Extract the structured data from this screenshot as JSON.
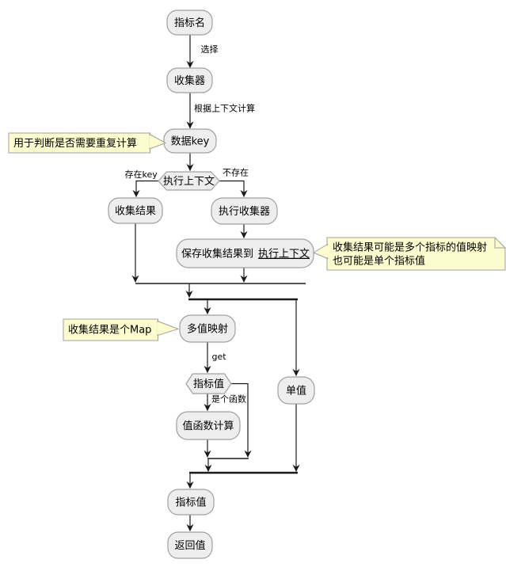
{
  "nodes": {
    "indicator_name": "指标名",
    "collector": "收集器",
    "data_key": "数据key",
    "exec_context_decision": "执行上下文",
    "collect_result": "收集结果",
    "exec_collector": "执行收集器",
    "save_result_prefix": "保存收集结果到",
    "save_result_link": "执行上下文",
    "multi_value_map": "多值映射",
    "single_value": "单值",
    "indicator_value_decision": "指标值",
    "value_function_calc": "值函数计算",
    "indicator_value": "指标值",
    "return_value": "返回值"
  },
  "edge_labels": {
    "select": "选择",
    "compute_by_context": "根据上下文计算",
    "key_exists": "存在key",
    "key_not_exists": "不存在",
    "get": "get",
    "is_function": "是个函数"
  },
  "notes": {
    "dedup_check": "用于判断是否需要重复计算",
    "collect_result_line1": "收集结果可能是多个指标的值映射",
    "collect_result_line2": "也可能是单个指标值",
    "result_is_map": "收集结果是个Map"
  },
  "colors": {
    "background": "#FFFFFF",
    "node_fill": "#EEEEEE",
    "node_border": "#A0A0A0",
    "note_fill": "#FCFCCE",
    "note_border": "#A0A0A0",
    "connector": "#1A1A1A",
    "text": "#000000"
  }
}
